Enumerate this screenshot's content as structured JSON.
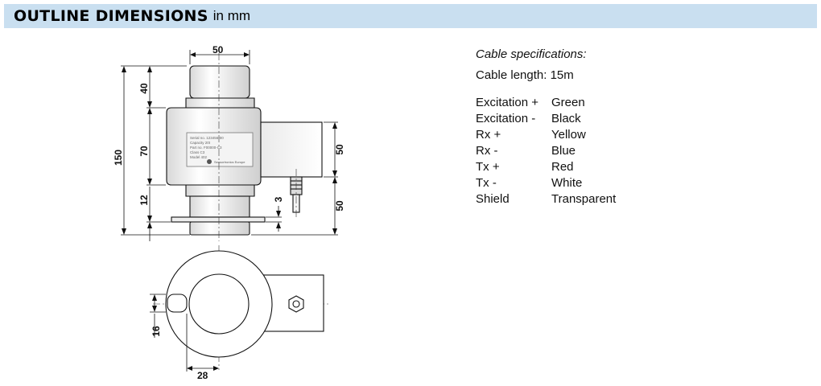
{
  "header": {
    "title": "OUTLINE DIMENSIONS",
    "unit": "in mm"
  },
  "drawing": {
    "dimensions": {
      "top_width": "50",
      "cap_height": "40",
      "body_height": "70",
      "total_height": "150",
      "base_height": "12",
      "box_height": "50",
      "lower_height": "50",
      "cable_offset": "3",
      "slot_width": "16",
      "slot_offset": "28"
    },
    "label_lines": [
      "Serial no. 123456-00",
      "Capacity 20t",
      "Part no. F00000-C3",
      "Class C3",
      "Model 402"
    ],
    "logo_text": "Sensortronics Europe"
  },
  "cable": {
    "title": "Cable specifications:",
    "length_label": "Cable length:",
    "length_value": "15m",
    "wires": [
      {
        "signal": "Excitation +",
        "color": "Green"
      },
      {
        "signal": "Excitation -",
        "color": "Black"
      },
      {
        "signal": "Rx +",
        "color": "Yellow"
      },
      {
        "signal": "Rx -",
        "color": "Blue"
      },
      {
        "signal": "Tx +",
        "color": "Red"
      },
      {
        "signal": "Tx -",
        "color": "White"
      },
      {
        "signal": "Shield",
        "color": "Transparent"
      }
    ]
  }
}
